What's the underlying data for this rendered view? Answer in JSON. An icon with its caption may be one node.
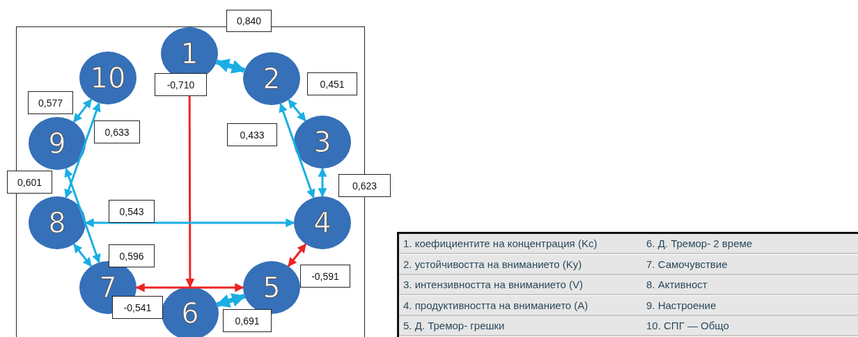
{
  "diagram": {
    "nodes": [
      {
        "text": [
          "1"
        ]
      },
      {
        "text": [
          "2"
        ]
      },
      {
        "text": [
          "3"
        ]
      },
      {
        "text": [
          "4"
        ]
      },
      {
        "text": [
          "5"
        ]
      },
      {
        "text": [
          "6"
        ]
      },
      {
        "text": [
          "7"
        ]
      },
      {
        "text": [
          "8"
        ]
      },
      {
        "text": [
          "9"
        ]
      },
      {
        "text": [
          "10"
        ]
      }
    ],
    "edges": [
      {
        "from": 0,
        "to": 1,
        "arrow": "both",
        "label": "0,840",
        "style": "thick"
      },
      {
        "from": 0,
        "to": 5,
        "arrow": "both",
        "label": "-0,710",
        "color": "#ee2424"
      },
      {
        "from": 1,
        "to": 2,
        "arrow": "both",
        "label": "0,451"
      },
      {
        "from": 1,
        "to": 3,
        "arrow": "both",
        "label": "0,433"
      },
      {
        "from": 2,
        "to": 3,
        "arrow": "both",
        "label": "0,623"
      },
      {
        "from": 9,
        "to": 8,
        "arrow": "both",
        "label": "0,577"
      },
      {
        "from": 9,
        "to": 7,
        "arrow": "both",
        "label": "0,633"
      },
      {
        "from": 8,
        "to": 6,
        "arrow": "both",
        "label": "0,601"
      },
      {
        "from": 7,
        "to": 3,
        "arrow": "both",
        "label": "0,543"
      },
      {
        "from": 7,
        "to": 6,
        "arrow": "both",
        "label": "0,596"
      },
      {
        "from": 6,
        "to": 4,
        "arrow": "both",
        "label": "-0,541",
        "color": "#ee2424"
      },
      {
        "from": 3,
        "to": 4,
        "arrow": "both",
        "label": "-0,591",
        "color": "#ee2424"
      },
      {
        "from": 5,
        "to": 4,
        "arrow": "both",
        "label": "0,691",
        "style": "thick"
      }
    ],
    "labels": [
      "1. коефициентите на концентрация (Kc)",
      "6. Д. Тремор- 2 време",
      "2. устойчивостта на вниманието (Ky)",
      "7. Самочувствие",
      "3. интензивността на вниманието (V)",
      "8. Активност",
      "4. продуктивността на вниманието (A)",
      "9. Настроение",
      "5. Д. Тремор- грешки",
      "10. СПГ — Общо"
    ]
  }
}
